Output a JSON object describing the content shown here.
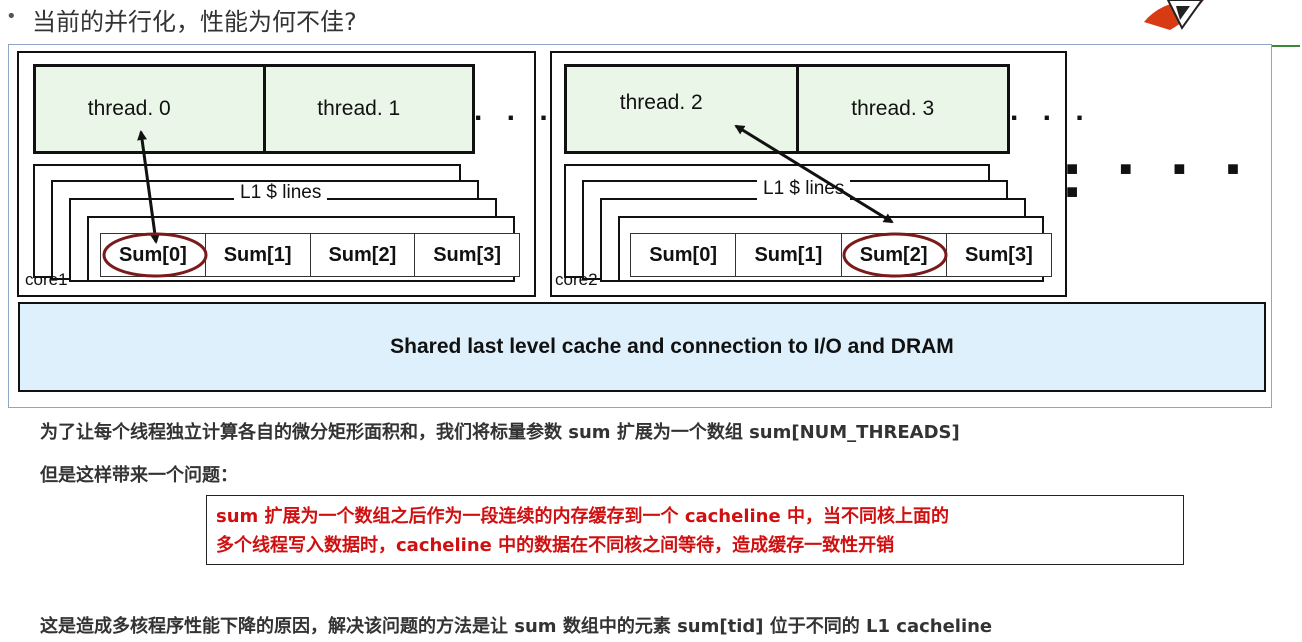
{
  "slide": {
    "bullet": "•",
    "heading": "当前的并行化，性能为何不佳?"
  },
  "diagram": {
    "core1": {
      "label": "core1",
      "threads": [
        "thread. 0",
        "thread. 1"
      ],
      "l1_label": "L1 $ lines",
      "sums": [
        "Sum[0]",
        "Sum[1]",
        "Sum[2]",
        "Sum[3]"
      ]
    },
    "core2": {
      "label": "core2",
      "threads": [
        "thread. 2",
        "thread. 3"
      ],
      "l1_label": "L1 $ lines",
      "sums": [
        "Sum[0]",
        "Sum[1]",
        "Sum[2]",
        "Sum[3]"
      ]
    },
    "ellipsis": ". . .",
    "ellipsis_wide": "■ ■ ■ ■ ■",
    "llc": "Shared last level cache and connection to I/O and DRAM",
    "highlight_color": "#7a1a1a",
    "llc_color": "#ddf0fb",
    "thread_color": "#eaf6e8"
  },
  "text": {
    "para1": "为了让每个线程独立计算各自的微分矩形面积和，我们将标量参数 sum 扩展为一个数组 sum[NUM_THREADS]",
    "para2": "但是这样带来一个问题：",
    "note_line1": "sum 扩展为一个数组之后作为一段连续的内存缓存到一个 cacheline 中，当不同核上面的",
    "note_line2": "多个线程写入数据时，cacheline 中的数据在不同核之间等待，造成缓存一致性开销",
    "para3": "这是造成多核程序性能下降的原因，解决该问题的方法是让 sum 数组中的元素 sum[tid] 位于不同的 L1 cacheline"
  }
}
